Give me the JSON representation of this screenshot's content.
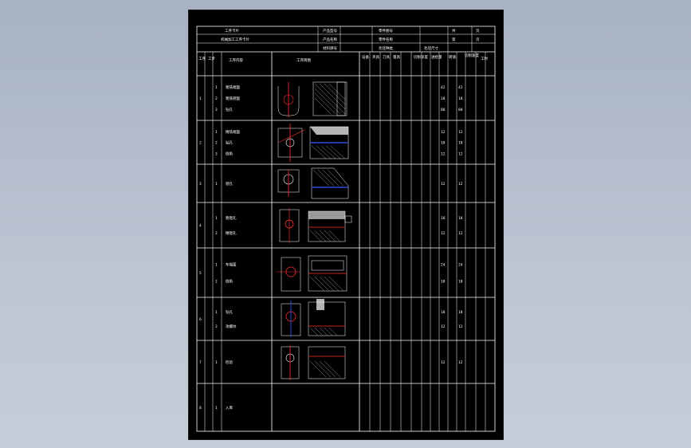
{
  "header": {
    "r1": [
      "工序卡片",
      "产品型号",
      "",
      "零件图号",
      "",
      "共",
      "页"
    ],
    "r2": [
      "机械加工工序卡片",
      "产品名称",
      "",
      "零件名称",
      "",
      "第",
      "页"
    ],
    "r3": [
      "",
      "材料牌号",
      "",
      "毛坯种类",
      "",
      "毛坯尺寸",
      ""
    ]
  },
  "columns": [
    "工序",
    "工步",
    "工序内容",
    "工序简图",
    "设备",
    "夹具",
    "刀具",
    "量具",
    "切削深度",
    "进给量",
    "转速",
    "切削速度",
    "工时"
  ],
  "rows": [
    {
      "no": "1",
      "steps": [
        "1",
        "2",
        "3"
      ],
      "content": [
        "粗铣端面",
        "粗铣侧面",
        "钻孔"
      ],
      "params": [
        "42",
        "18",
        "80"
      ]
    },
    {
      "no": "2",
      "steps": [
        "1",
        "2",
        "3"
      ],
      "content": [
        "精铣端面",
        "钻孔",
        "倒角"
      ],
      "params": [
        "12",
        "18",
        "12"
      ]
    },
    {
      "no": "3",
      "steps": [
        "1"
      ],
      "content": [
        "镗孔"
      ],
      "params": [
        "12"
      ]
    },
    {
      "no": "4",
      "steps": [
        "1",
        "2"
      ],
      "content": [
        "粗镗孔",
        "精镗孔"
      ],
      "params": [
        "18",
        "12"
      ]
    },
    {
      "no": "5",
      "steps": [
        "1",
        "2"
      ],
      "content": [
        "车端面",
        "倒角"
      ],
      "params": [
        "24",
        "18"
      ]
    },
    {
      "no": "6",
      "steps": [
        "1",
        "2"
      ],
      "content": [
        "钻孔",
        "攻螺纹"
      ],
      "params": [
        "18",
        "12"
      ]
    },
    {
      "no": "7",
      "steps": [
        "1"
      ],
      "content": [
        "检验"
      ],
      "params": [
        "12"
      ]
    },
    {
      "no": "8",
      "steps": [
        "1"
      ],
      "content": [
        "入库"
      ],
      "params": []
    }
  ],
  "colors": {
    "background": "#000000",
    "lines": "#ffffff",
    "highlight": "#ff3030",
    "accent": "#3a5cff"
  }
}
